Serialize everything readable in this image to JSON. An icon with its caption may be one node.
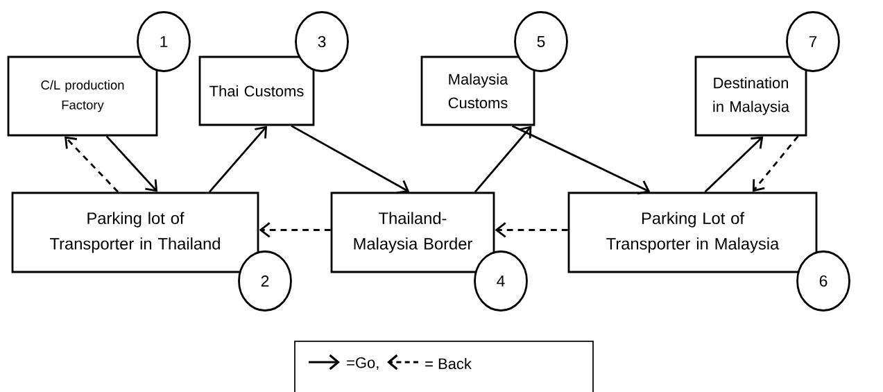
{
  "diagram": {
    "nodes": [
      {
        "text": [
          "C/L production Factory"
        ],
        "beside": [
          "1"
        ]
      },
      {
        "text": [
          "Parking lot of Transporter in Thailand"
        ],
        "beside": [
          "2"
        ]
      },
      {
        "text": [
          "Thai Customs"
        ],
        "beside": [
          "3"
        ]
      },
      {
        "text": [
          "Thailand-Malaysia Border"
        ],
        "beside": [
          "4"
        ]
      },
      {
        "text": [
          "Malaysia Customs"
        ],
        "beside": [
          "5"
        ]
      },
      {
        "text": [
          "Parking Lot of Transporter in Malaysia"
        ],
        "beside": [
          "6"
        ]
      },
      {
        "text": [
          "Destination in Malaysia"
        ],
        "beside": [
          "7"
        ]
      }
    ],
    "edges": [
      {
        "from": 0,
        "to": 1,
        "arrow": "to"
      },
      {
        "from": 1,
        "to": 0,
        "arrow": "to",
        "style": "dashed"
      },
      {
        "from": 1,
        "to": 2,
        "arrow": "to"
      },
      {
        "from": 2,
        "to": 3,
        "arrow": "to"
      },
      {
        "from": 3,
        "to": 1,
        "arrow": "to",
        "style": "dashed"
      },
      {
        "from": 3,
        "to": 4,
        "arrow": "to"
      },
      {
        "from": 4,
        "to": 5,
        "arrow": "to"
      },
      {
        "from": 5,
        "to": 3,
        "arrow": "to",
        "style": "dashed"
      },
      {
        "from": 5,
        "to": 6,
        "arrow": "to"
      },
      {
        "from": 6,
        "to": 5,
        "arrow": "to",
        "style": "dashed"
      }
    ],
    "legend": [
      {
        "text": "=Go,"
      },
      {
        "text": "= Back"
      }
    ]
  }
}
